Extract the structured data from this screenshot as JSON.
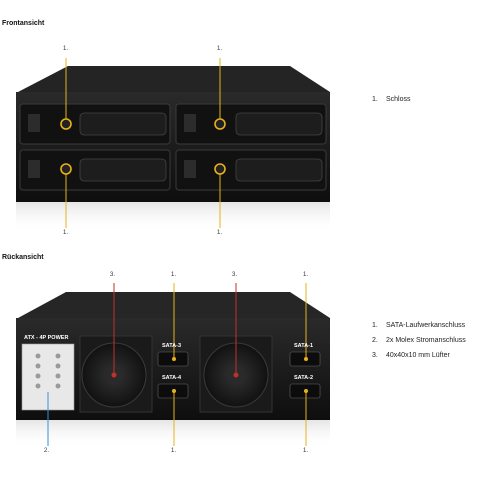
{
  "front": {
    "title": "Frontansicht",
    "callouts": [
      "1.",
      "1.",
      "1.",
      "1."
    ],
    "legend": [
      {
        "num": "1.",
        "text": "Schloss"
      }
    ]
  },
  "rear": {
    "title": "Rückansicht",
    "callouts_top": [
      "3.",
      "1.",
      "3.",
      "1."
    ],
    "callouts_bottom": [
      "2.",
      "1.",
      "1."
    ],
    "panel_labels": {
      "power": "ATX - 4P POWER",
      "sata3": "SATA-3",
      "sata4": "SATA-4",
      "sata1": "SATA-1",
      "sata2": "SATA-2"
    },
    "legend": [
      {
        "num": "1.",
        "text": "SATA-Laufwerkanschluss"
      },
      {
        "num": "2.",
        "text": "2x Molex Stromanschluss"
      },
      {
        "num": "3.",
        "text": "40x40x10 mm Lüfter"
      }
    ]
  },
  "colors": {
    "callout_line_yellow": "#e8b21a",
    "callout_line_red": "#c0312b",
    "callout_line_blue": "#3a8fd6",
    "device_body": "#1b1b1b"
  }
}
